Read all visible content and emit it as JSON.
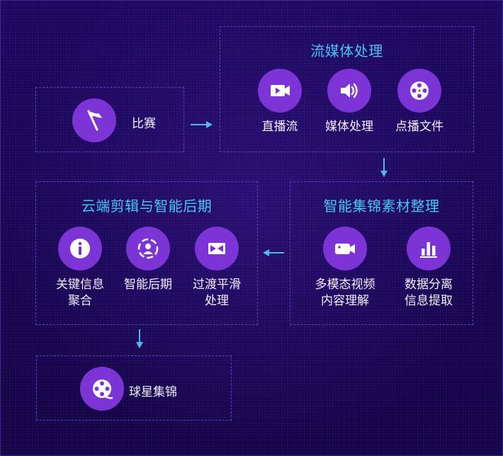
{
  "match": {
    "label": "比赛",
    "icon": "flag-icon"
  },
  "streaming": {
    "title": "流媒体处理",
    "items": [
      {
        "label": "直播流",
        "icon": "video-play-icon"
      },
      {
        "label": "媒体处理",
        "icon": "speaker-icon"
      },
      {
        "label": "点播文件",
        "icon": "film-reel-icon"
      }
    ]
  },
  "smart_collection": {
    "title": "智能集锦素材整理",
    "items": [
      {
        "label": "多模态视频\n内容理解",
        "icon": "video-camera-icon"
      },
      {
        "label": "数据分离\n信息提取",
        "icon": "bar-chart-icon"
      }
    ]
  },
  "cloud_editing": {
    "title": "云端剪辑与智能后期",
    "items": [
      {
        "label": "关键信息\n聚合",
        "icon": "info-icon"
      },
      {
        "label": "智能后期",
        "icon": "user-circle-icon"
      },
      {
        "label": "过渡平滑\n处理",
        "icon": "transition-icon"
      }
    ]
  },
  "highlights": {
    "label": "球星集锦",
    "icon": "film-reel-icon"
  },
  "colors": {
    "accent_title": "#45c6f5",
    "icon_circle": "#7d34d6",
    "dashed_border": "#5d3fc4",
    "arrow": "#4db8f0"
  }
}
